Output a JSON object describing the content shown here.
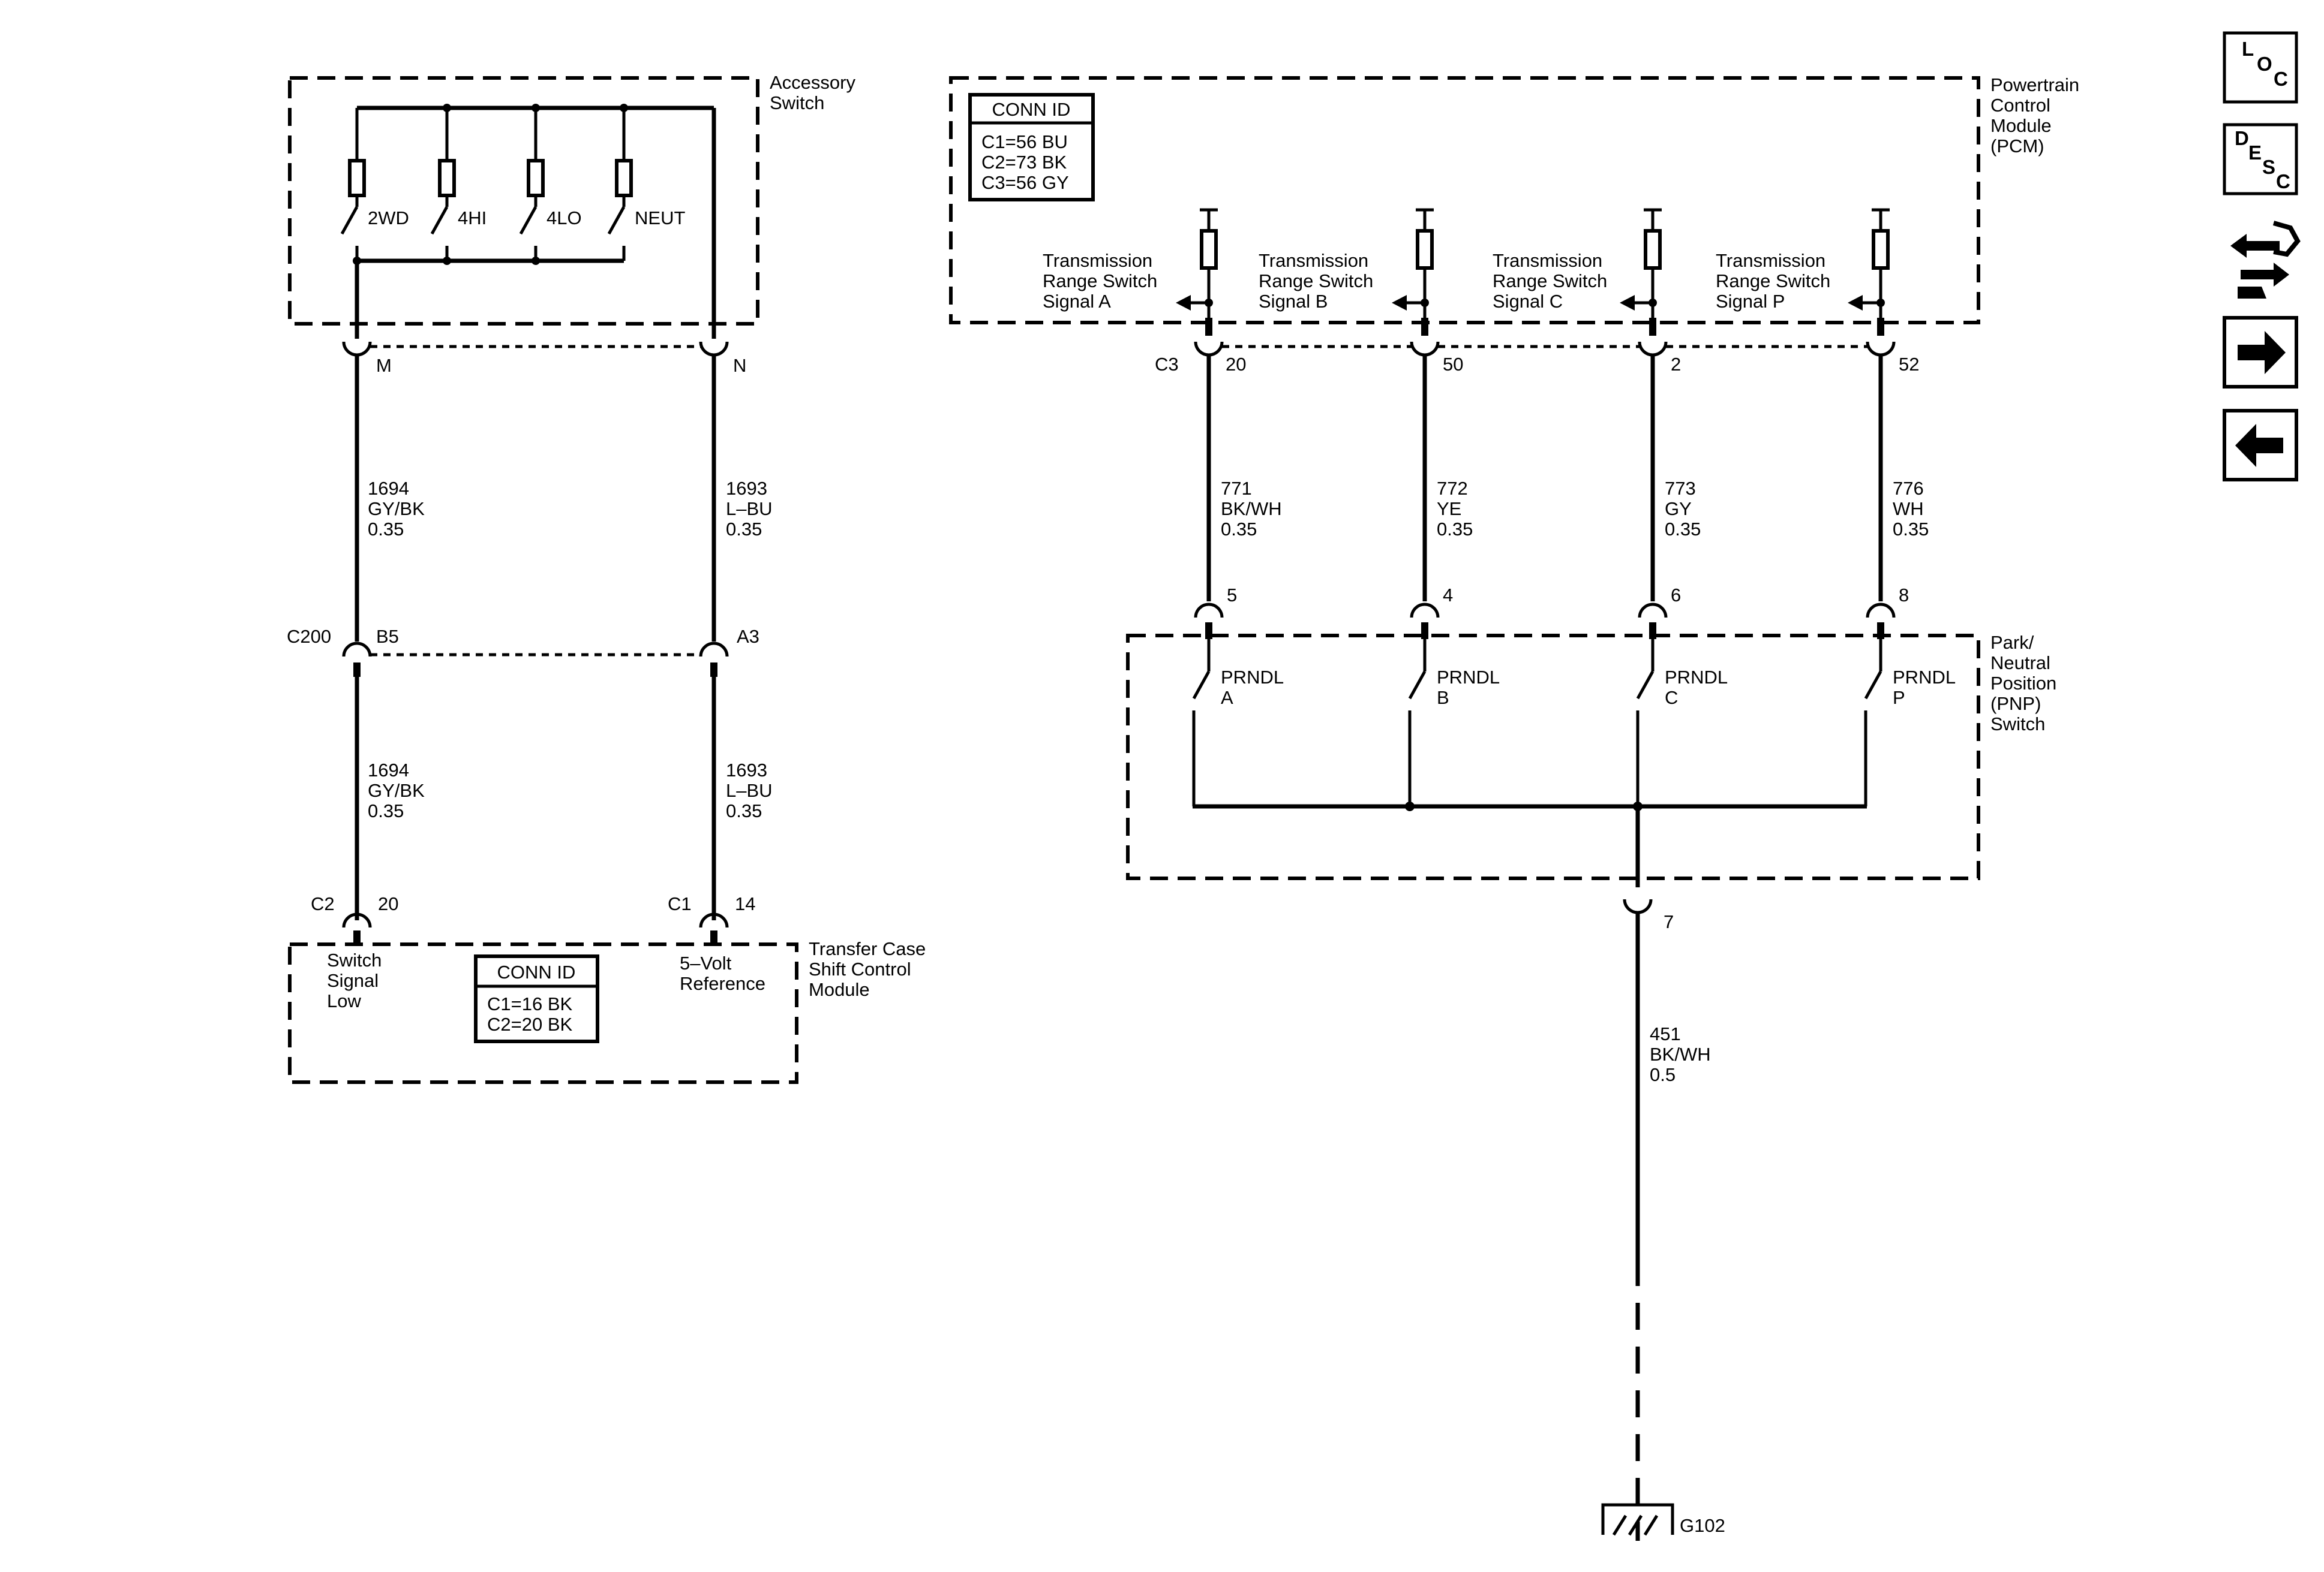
{
  "modules": {
    "accessory_switch": [
      "Accessory",
      "Switch"
    ],
    "pcm": [
      "Powertrain",
      "Control",
      "Module",
      "(PCM)"
    ],
    "pnp": [
      "Park/",
      "Neutral",
      "Position",
      "(PNP)",
      "Switch"
    ],
    "tcscm": [
      "Transfer Case",
      "Shift Control",
      "Module"
    ]
  },
  "switch_positions": [
    "2WD",
    "4HI",
    "4LO",
    "NEUT"
  ],
  "conn_id_pcm": {
    "title": "CONN ID",
    "lines": [
      "C1=56 BU",
      "C2=73 BK",
      "C3=56 GY"
    ]
  },
  "conn_id_tcscm": {
    "title": "CONN ID",
    "lines": [
      "C1=16 BK",
      "C2=20 BK"
    ]
  },
  "pcm_signals": [
    [
      "Transmission",
      "Range Switch",
      "Signal A"
    ],
    [
      "Transmission",
      "Range Switch",
      "Signal B"
    ],
    [
      "Transmission",
      "Range Switch",
      "Signal C"
    ],
    [
      "Transmission",
      "Range Switch",
      "Signal P"
    ]
  ],
  "tcscm_pins": {
    "left": [
      "Switch",
      "Signal",
      "Low"
    ],
    "right": [
      "5–Volt",
      "Reference"
    ]
  },
  "connectors": {
    "acc_left_pin": "M",
    "acc_right_pin": "N",
    "c200": "C200",
    "c200_left_pin": "B5",
    "c200_right_pin": "A3",
    "tc_left_conn": "C2",
    "tc_left_pin": "20",
    "tc_right_conn": "C1",
    "tc_right_pin": "14",
    "pcm_conn": "C3",
    "pcm_pins": [
      "20",
      "50",
      "2",
      "52"
    ],
    "pnp_pins": [
      "5",
      "4",
      "6",
      "8"
    ],
    "pnp_ground_pin": "7",
    "ground": "G102"
  },
  "wires": {
    "w1694_top": [
      "1694",
      "GY/BK",
      "0.35"
    ],
    "w1693_top": [
      "1693",
      "L–BU",
      "0.35"
    ],
    "w1694_bot": [
      "1694",
      "GY/BK",
      "0.35"
    ],
    "w1693_bot": [
      "1693",
      "L–BU",
      "0.35"
    ],
    "pcm": [
      [
        "771",
        "BK/WH",
        "0.35"
      ],
      [
        "772",
        "YE",
        "0.35"
      ],
      [
        "773",
        "GY",
        "0.35"
      ],
      [
        "776",
        "WH",
        "0.35"
      ]
    ],
    "ground": [
      "451",
      "BK/WH",
      "0.5"
    ]
  },
  "prndl": [
    [
      "PRNDL",
      "A"
    ],
    [
      "PRNDL",
      "B"
    ],
    [
      "PRNDL",
      "C"
    ],
    [
      "PRNDL",
      "P"
    ]
  ],
  "nav": {
    "loc": [
      "L",
      "O",
      "C"
    ],
    "desc": [
      "D",
      "E",
      "S",
      "C"
    ],
    "icons": [
      "wrench-arrows-icon",
      "arrow-right-icon",
      "arrow-left-icon"
    ]
  }
}
